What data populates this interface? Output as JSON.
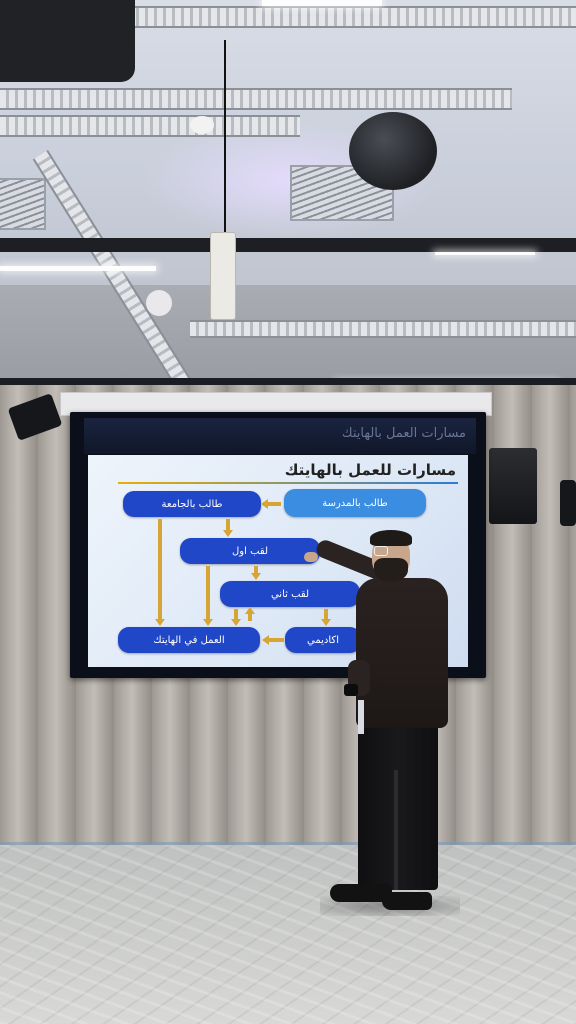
{
  "screen": {
    "header_text": "مسارات العمل بالهايتك"
  },
  "slide": {
    "title": "مسارات للعمل بالهايتك",
    "nodes": {
      "university_student": "طالب بالجامعة",
      "school_student": "طالب بالمدرسة",
      "first_degree": "لقب اول",
      "second_degree": "لقب ثاني",
      "academic": "اكاديمي",
      "work_in_hitech": "العمل في الهايتك"
    }
  },
  "colors": {
    "node_dark": "#2047c8",
    "node_light": "#3a8de0",
    "arrow": "#d7a533"
  }
}
